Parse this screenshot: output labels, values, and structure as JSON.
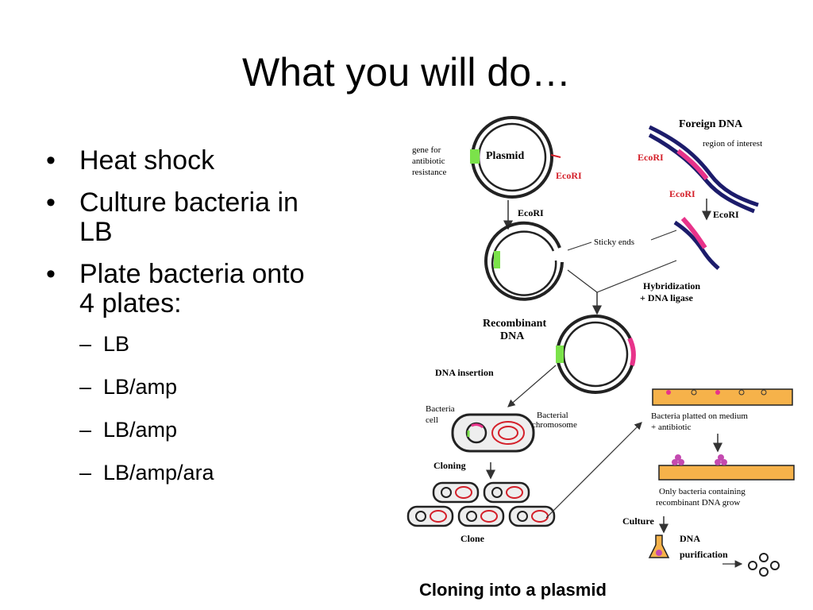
{
  "slide": {
    "title": "What you will do…",
    "bullets": [
      {
        "text": "Heat shock"
      },
      {
        "text": "Culture bacteria in LB"
      },
      {
        "text": "Plate bacteria onto 4 plates:",
        "sub": [
          "LB",
          "LB/amp",
          "LB/amp",
          "LB/amp/ara"
        ]
      }
    ],
    "bullet_glyph": "•",
    "dash_glyph": "–"
  },
  "diagram": {
    "plasmid": "Plasmid",
    "gene_line1": "gene for",
    "gene_line2": "antibiotic",
    "gene_line3": "resistance",
    "ecori": "EcoRI",
    "foreign_dna": "Foreign DNA",
    "region": "region of interest",
    "sticky_ends": "Sticky ends",
    "hybridization_line1": "Hybridization",
    "hybridization_line2": "+ DNA ligase",
    "recombinant_line1": "Recombinant",
    "recombinant_line2": "DNA",
    "dna_insertion": "DNA insertion",
    "bacteria_line1": "Bacteria",
    "bacteria_line2": "cell",
    "bact_chrom_line1": "Bacterial",
    "bact_chrom_line2": "chromosome",
    "cloning": "Cloning",
    "clone": "Clone",
    "plated_line1": "Bacteria platted on medium",
    "plated_line2": "+ antibiotic",
    "only_line1": "Only bacteria containing",
    "only_line2": "recombinant DNA grow",
    "culture": "Culture",
    "dna_purif_line1": "DNA",
    "dna_purif_line2": "purification",
    "caption": "Cloning into a plasmid",
    "colors": {
      "green": "#7be24a",
      "pink": "#e8338a",
      "navy": "#1c1c6b",
      "red": "#d4202a",
      "orange": "#f6b24a"
    }
  }
}
